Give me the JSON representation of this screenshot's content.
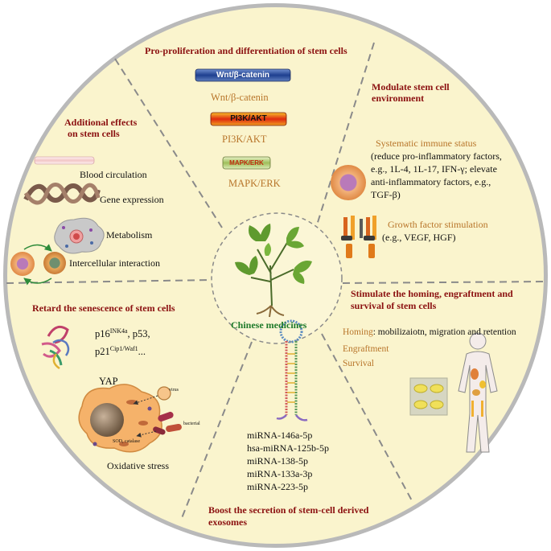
{
  "center": {
    "label": "Chinese medicines"
  },
  "sections": {
    "pro_proliferation": {
      "title": "Pro-proliferation and differentiation of  stem cells",
      "pathways": [
        {
          "badge": "Wnt/β-catenin",
          "label": "Wnt/β-catenin"
        },
        {
          "badge": "PI3K/AKT",
          "label": "PI3K/AKT"
        },
        {
          "badge": "MAPK/ERK",
          "label": "MAPK/ERK"
        }
      ]
    },
    "modulate": {
      "title_line1": "Modulate stem cell",
      "title_line2": "environment",
      "immune_title": "Systematic immune status",
      "immune_lines": [
        "(reduce pro-inflammatory factors,",
        "e.g., 1L-4,  1L-17, IFN-γ; elevate",
        "anti-inflammatory  factors, e.g.,",
        "TGF-β)"
      ],
      "growth_title": "Growth factor stimulation",
      "growth_detail": "(e.g., VEGF, HGF)"
    },
    "additional": {
      "title_line1": "Additional effects",
      "title_line2": "on stem cells",
      "items": [
        "Blood circulation",
        "Gene expression",
        "Metabolism",
        "Intercellular interaction"
      ]
    },
    "retard": {
      "title": "Retard the senescence of stem cells",
      "p16_base": "p16",
      "p16_sup": "INK4a",
      "p53_text": ", p53,",
      "p21_base": "p21",
      "p21_sup": "Cip1/Waf1",
      "ellipsis": "...",
      "yap": "YAP",
      "virus": "virus",
      "bacterial": "bacterial",
      "sod": "SOD, catalase",
      "oxidative": "Oxidative stress"
    },
    "homing": {
      "title_line1": "Stimulate the homing, engraftment and",
      "title_line2": "survival of stem cells",
      "homing_label": "Homing",
      "homing_detail": ": mobilizaiotn, migration and retention",
      "engraftment": "Engraftment",
      "survival": "Survival"
    },
    "exosomes": {
      "mirnas": [
        "miRNA-146a-5p",
        "hsa-miRNA-125b-5p",
        "miRNA-138-5p",
        "miRNA-133a-3p",
        "miRNA-223-5p"
      ],
      "title_line1": "Boost the secretion of stem-cell derived",
      "title_line2": "exosomes"
    }
  },
  "colors": {
    "circle_fill": "#faf4cd",
    "circle_stroke": "#b9b9b9",
    "heading": "#8b1010",
    "orange_text": "#b8752a",
    "center_text": "#1e7a2a",
    "divider": "#8a8a8a"
  }
}
